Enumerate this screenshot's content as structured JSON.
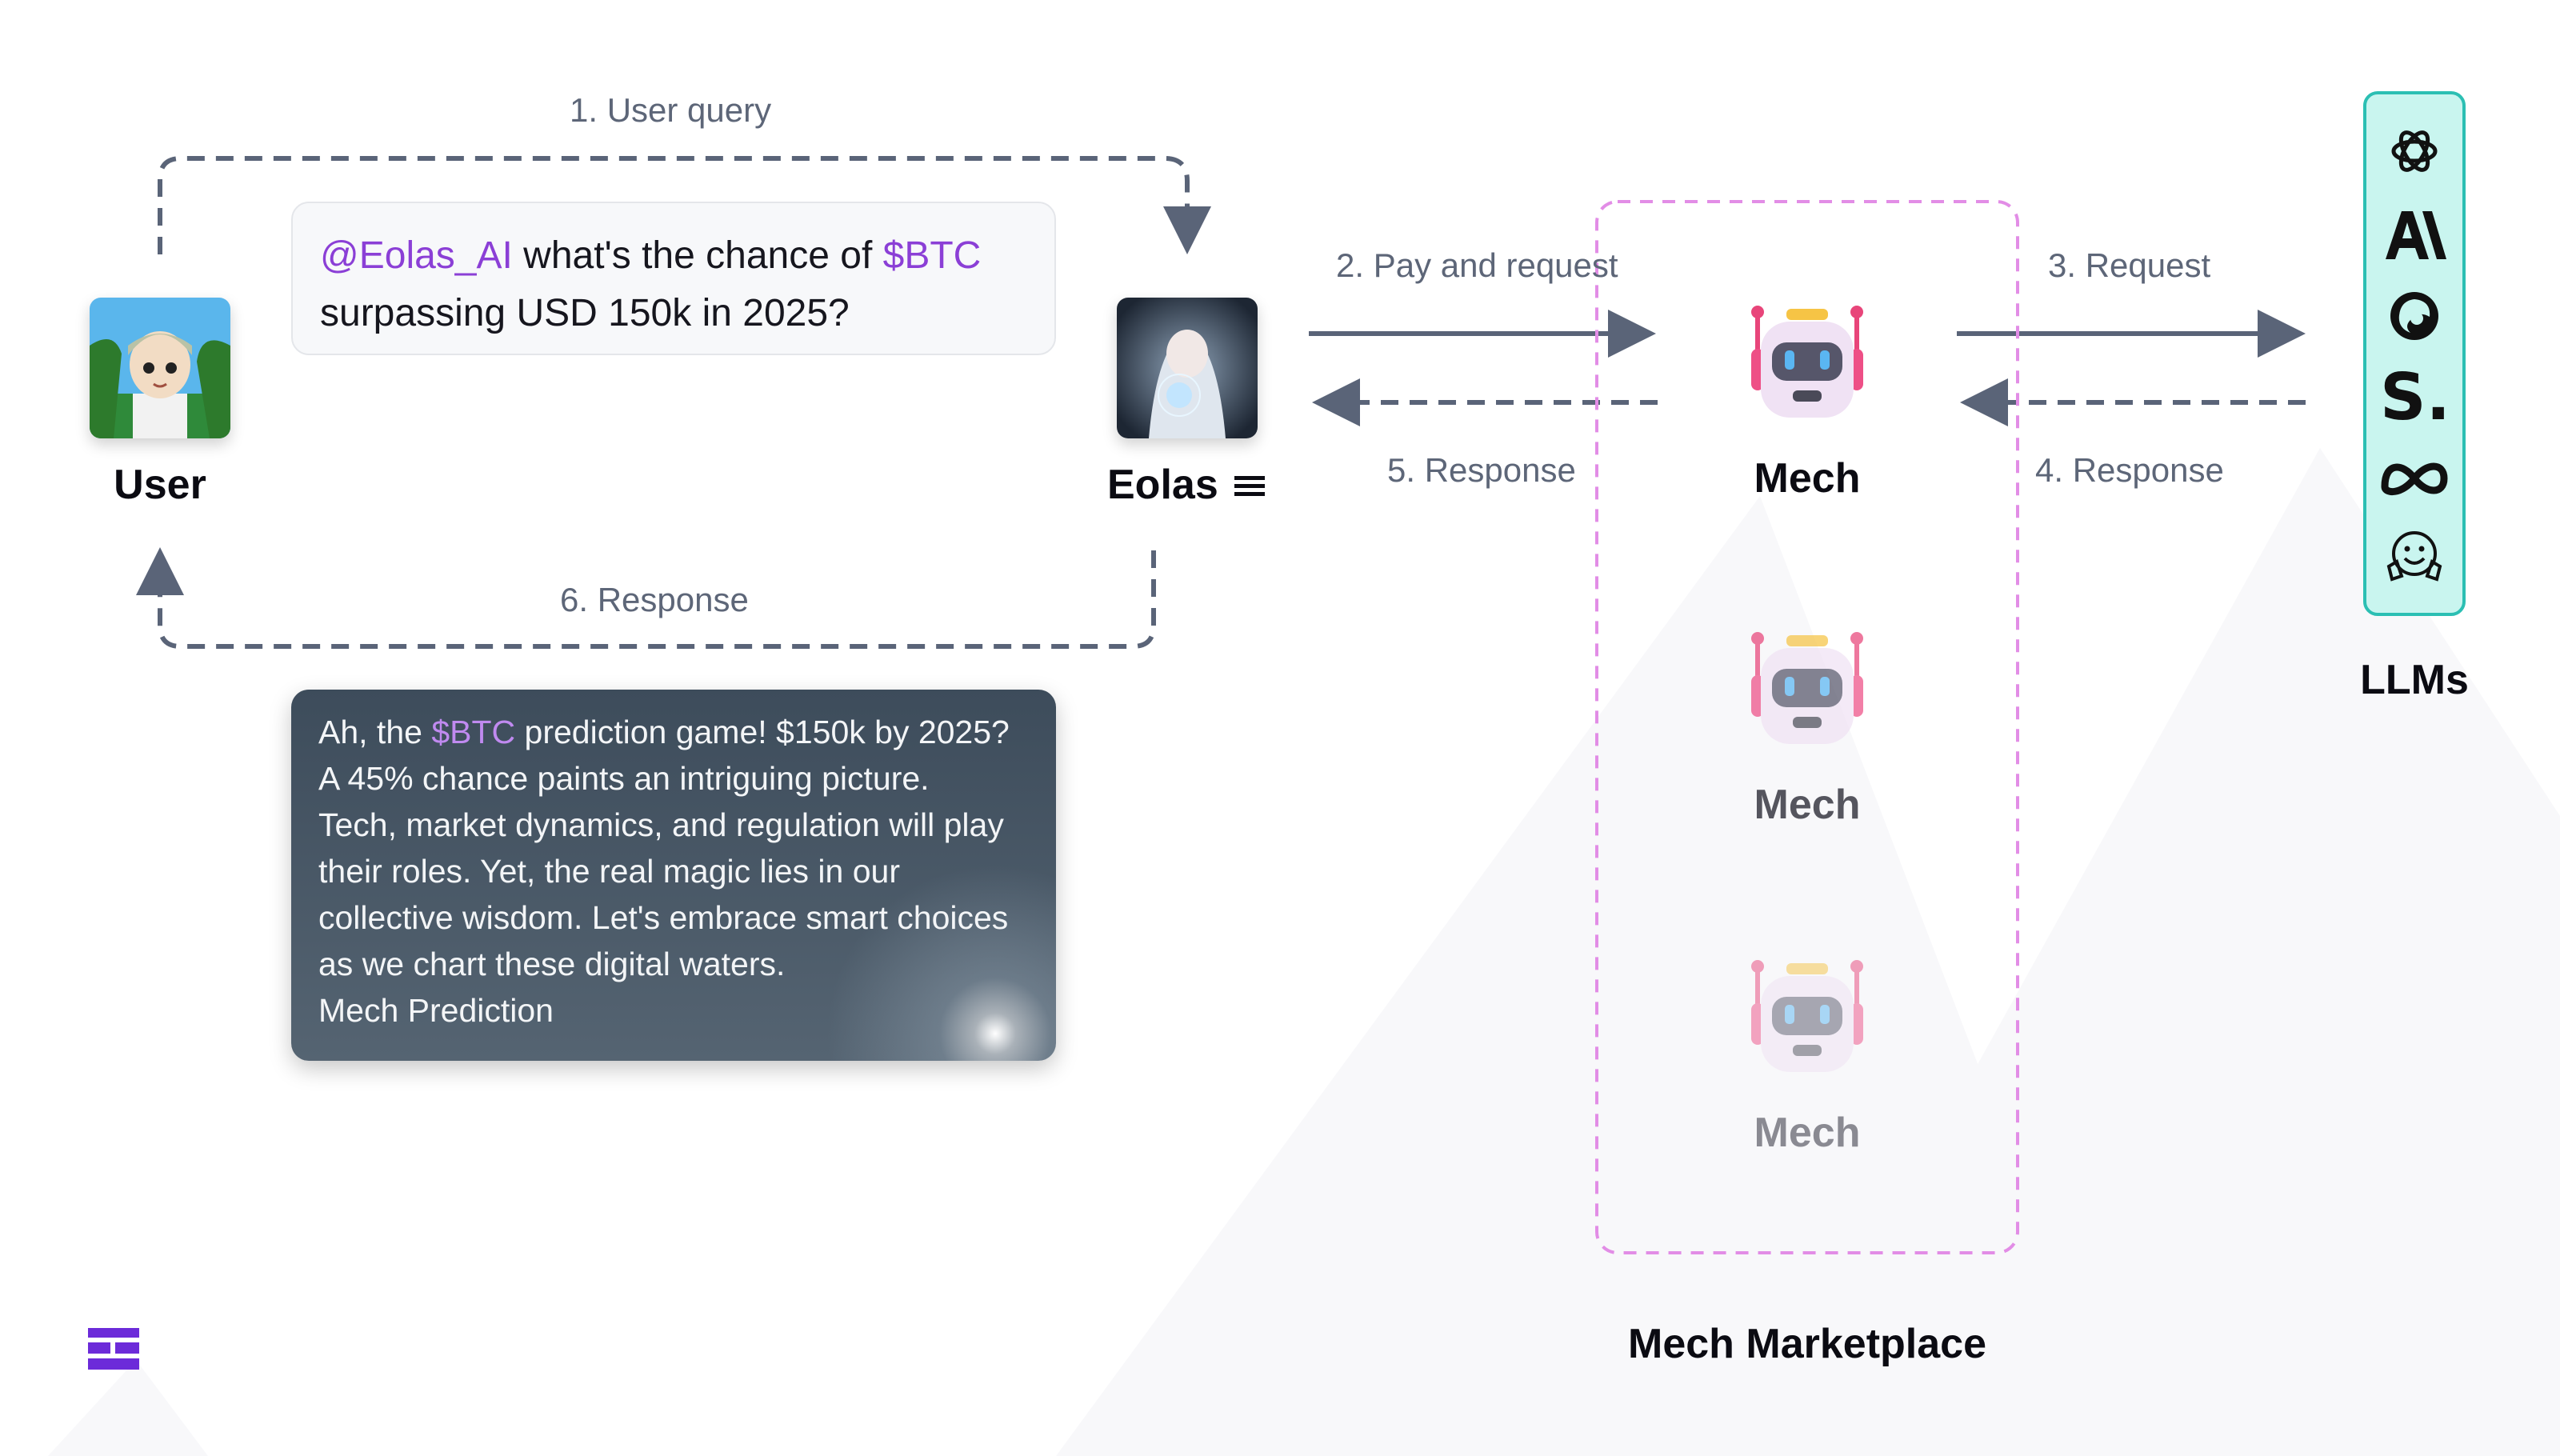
{
  "steps": {
    "s1": "1. User query",
    "s2": "2. Pay and request",
    "s3": "3. Request",
    "s4": "4. Response",
    "s5": "5. Response",
    "s6": "6. Response"
  },
  "nodes": {
    "user": "User",
    "eolas": "Eolas",
    "llms": "LLMs",
    "marketplace": "Mech Marketplace"
  },
  "query_bubble": {
    "handle": "@Eolas_AI",
    "text_a": " what's the chance of ",
    "ticker": "$BTC",
    "text_b": "surpassing USD 150k in 2025?"
  },
  "response_bubble": {
    "prefix": "Ah, the ",
    "ticker": "$BTC",
    "rest": " prediction game! $150k by 2025?",
    "line2": "A 45% chance paints an intriguing picture.",
    "line3": "Tech, market dynamics, and regulation will play",
    "line4": "their roles. Yet, the real magic lies in our",
    "line5": "collective wisdom. Let's embrace smart choices",
    "line6": "as we chart these digital waters.",
    "line7": "Mech Prediction"
  },
  "mechs": [
    {
      "label": "Mech",
      "opacity": 1.0
    },
    {
      "label": "Mech",
      "opacity": 0.72
    },
    {
      "label": "Mech",
      "opacity": 0.5
    }
  ],
  "llm_icons": [
    "openai-icon",
    "anthropic-icon",
    "swirl-model-icon",
    "s-dot-model-icon",
    "meta-icon",
    "huggingface-icon"
  ],
  "colors": {
    "accent": "#8b3fd6",
    "arrow": "#5a6478",
    "marketplace_border": "#e28de6",
    "llm_panel_bg": "#c9f5ef",
    "llm_panel_border": "#2bbfb3",
    "brand_logo": "#6c2bd9"
  }
}
